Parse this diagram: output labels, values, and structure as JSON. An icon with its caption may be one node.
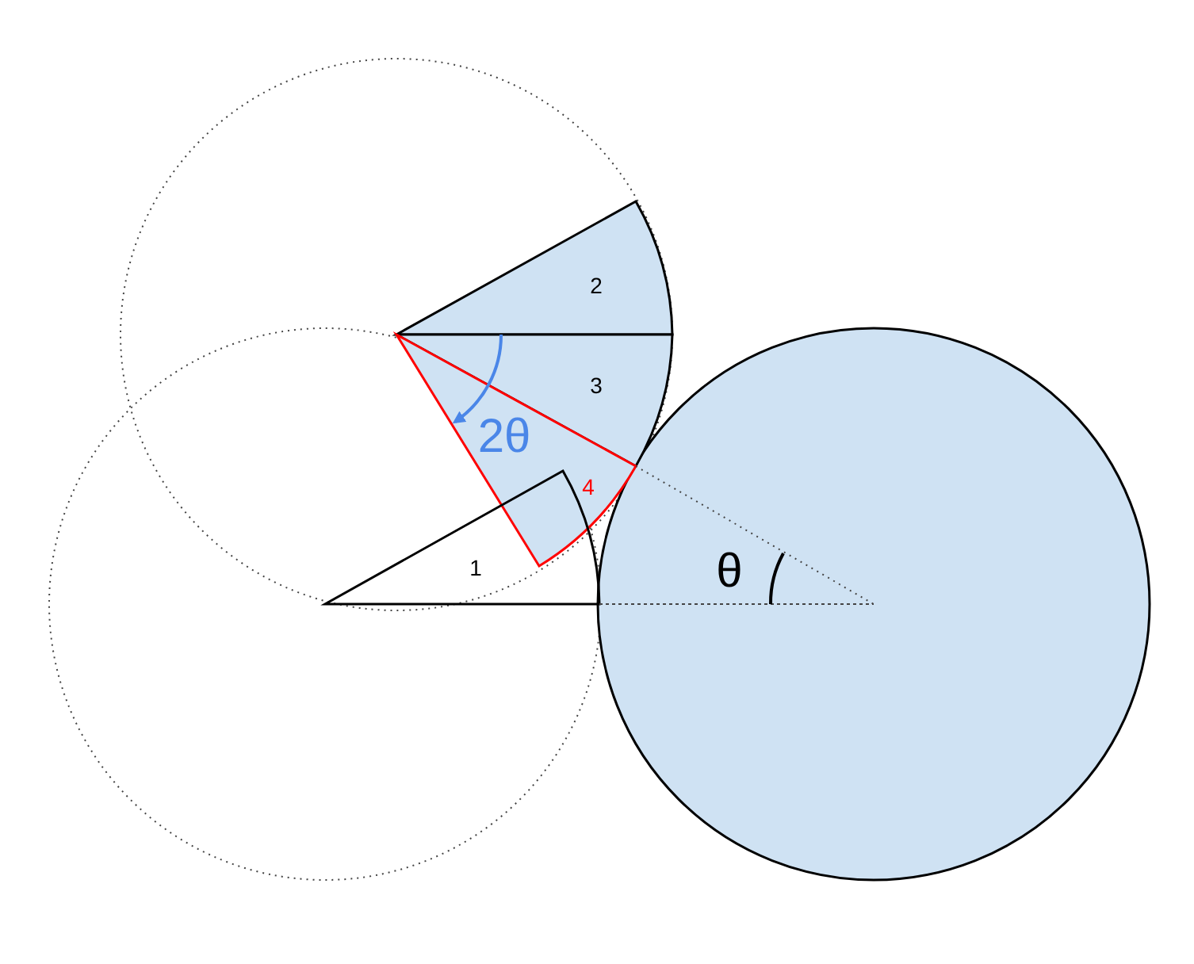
{
  "diagram": {
    "labels": [
      "2",
      "3",
      "2θ",
      "4",
      "1",
      "θ"
    ]
  }
}
